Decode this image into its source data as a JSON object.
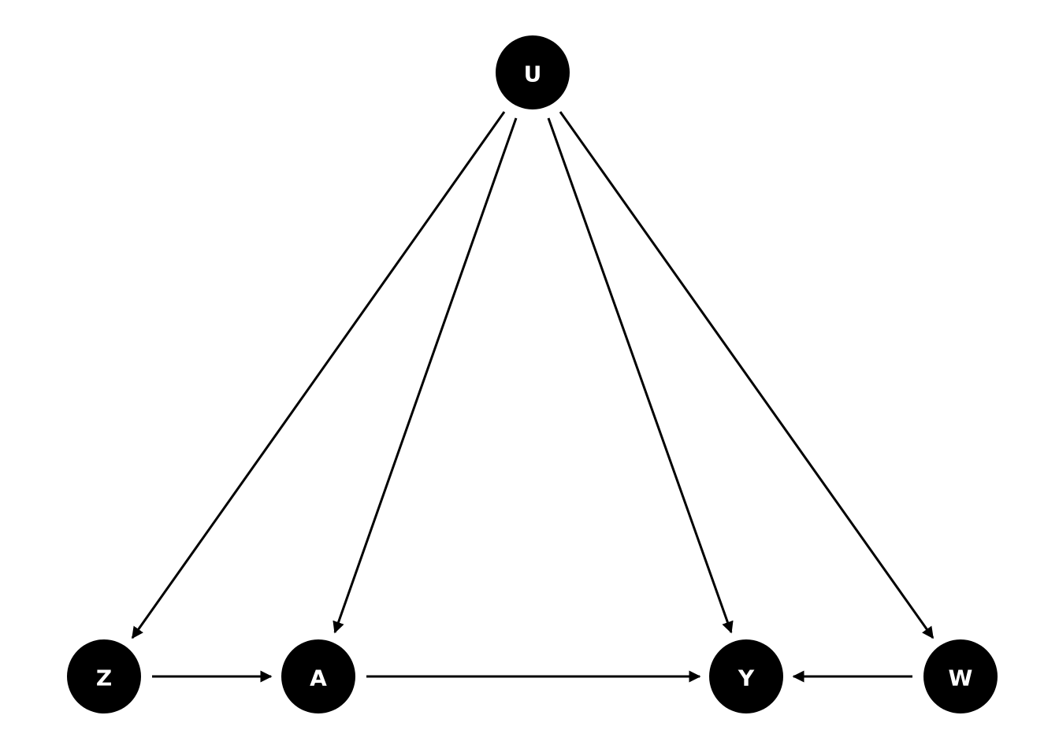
{
  "diagram": {
    "type": "directed-acyclic-graph",
    "nodes": [
      {
        "id": "U",
        "label": "U"
      },
      {
        "id": "Z",
        "label": "Z"
      },
      {
        "id": "A",
        "label": "A"
      },
      {
        "id": "Y",
        "label": "Y"
      },
      {
        "id": "W",
        "label": "W"
      }
    ],
    "edges": [
      {
        "from": "U",
        "to": "Z"
      },
      {
        "from": "U",
        "to": "A"
      },
      {
        "from": "U",
        "to": "Y"
      },
      {
        "from": "U",
        "to": "W"
      },
      {
        "from": "Z",
        "to": "A"
      },
      {
        "from": "A",
        "to": "Y"
      },
      {
        "from": "W",
        "to": "Y"
      }
    ],
    "colors": {
      "node_fill": "#000000",
      "node_text": "#ffffff",
      "edge": "#000000",
      "background": "#ffffff"
    }
  }
}
